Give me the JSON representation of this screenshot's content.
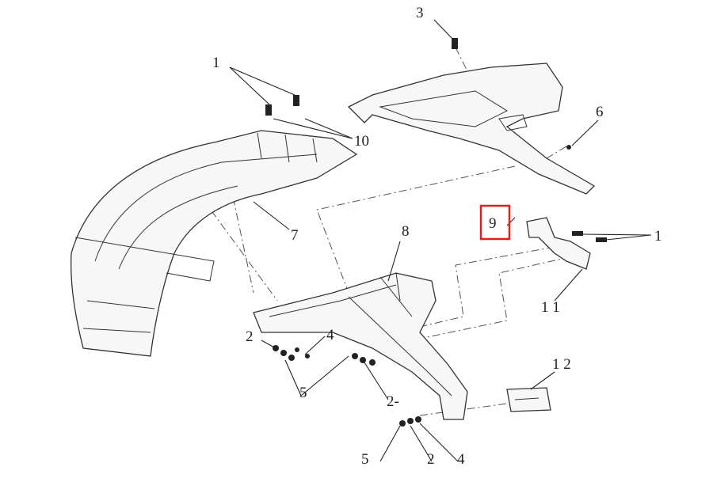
{
  "diagram": {
    "title": "Fender assembly exploded view",
    "highlight_color": "#e02020",
    "callouts": [
      {
        "id": "c1a",
        "text": "1"
      },
      {
        "id": "c3",
        "text": "3"
      },
      {
        "id": "c6",
        "text": "6"
      },
      {
        "id": "c10",
        "text": "10"
      },
      {
        "id": "c7",
        "text": "7"
      },
      {
        "id": "c8",
        "text": "8"
      },
      {
        "id": "c9",
        "text": "9"
      },
      {
        "id": "c1b",
        "text": "1"
      },
      {
        "id": "c11",
        "text": "1 1"
      },
      {
        "id": "c2a",
        "text": "2"
      },
      {
        "id": "c4a",
        "text": "4"
      },
      {
        "id": "c5a",
        "text": "5"
      },
      {
        "id": "c2b",
        "text": "2-"
      },
      {
        "id": "c12",
        "text": "1 2"
      },
      {
        "id": "c5b",
        "text": "5"
      },
      {
        "id": "c2c",
        "text": "2"
      },
      {
        "id": "c4b",
        "text": "4"
      }
    ]
  }
}
